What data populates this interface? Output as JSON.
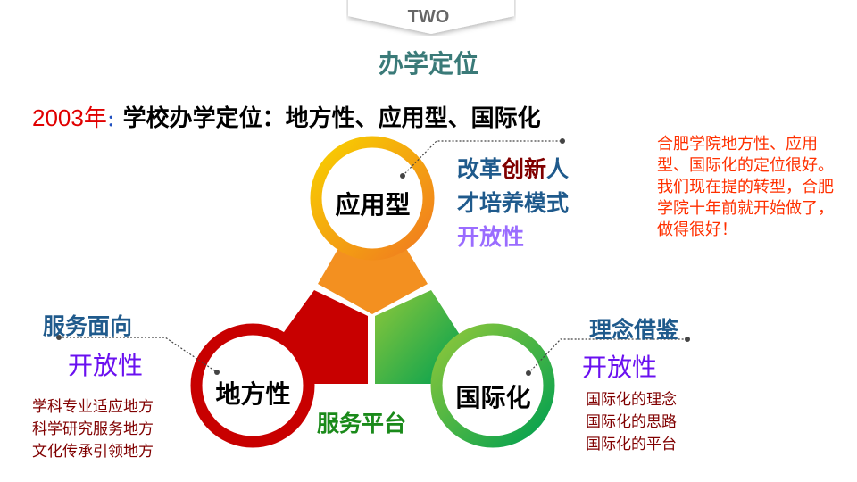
{
  "tab_label": "TWO",
  "section_title": "办学定位",
  "headline": {
    "year": "2003年",
    "colon": ":",
    "text": "学校办学定位：地方性、应用型、国际化"
  },
  "nodes": {
    "applied": "应用型",
    "local": "地方性",
    "international": "国际化",
    "platform": "服务平台"
  },
  "applied_notes": {
    "line1_a": "改革",
    "line1_b": "创新",
    "line1_c": "人",
    "line2": "才培养模式",
    "line3": "开放性"
  },
  "local_notes": {
    "title": "服务面向",
    "open": "开放性",
    "items": [
      "学科专业适应地方",
      "科学研究服务地方",
      "文化传承引领地方"
    ]
  },
  "intl_notes": {
    "title": "理念借鉴",
    "open": "开放性",
    "items": [
      "国际化的理念",
      "国际化的思路",
      "国际化的平台"
    ]
  },
  "comment": "合肥学院地方性、应用型、国际化的定位很好。我们现在提的转型，合肥学院十年前就开始做了，做得很好！",
  "colors": {
    "orange": "#f39a1e",
    "red": "#c80000",
    "green": "#3aaa3a",
    "teal": "#3a7a78"
  }
}
